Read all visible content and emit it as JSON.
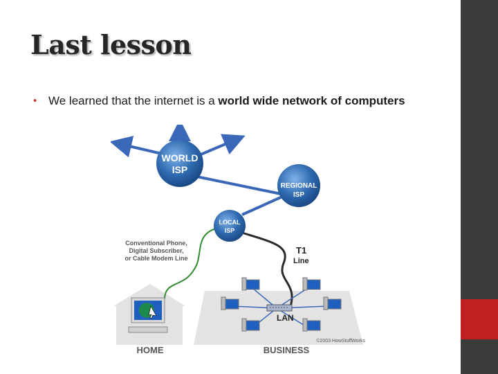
{
  "slide": {
    "title": "Last lesson",
    "bullet_prefix": "We learned that the internet is a ",
    "bullet_bold": "world wide network of computers"
  },
  "diagram": {
    "world_isp_line1": "WORLD",
    "world_isp_line2": "ISP",
    "regional_isp_line1": "REGIONAL",
    "regional_isp_line2": "ISP",
    "local_isp_line1": "LOCAL",
    "local_isp_line2": "ISP",
    "connection_line1": "Conventional Phone,",
    "connection_line2": "Digital Subscriber,",
    "connection_line3": "or Cable Modem Line",
    "t1_line1": "T1",
    "t1_line2": "Line",
    "lan_label": "LAN",
    "home_label": "HOME",
    "business_label": "BUSINESS",
    "copyright": "©2003 HowStuffWorks"
  },
  "colors": {
    "accent_red": "#c0201f",
    "sidebar_dark": "#3b3b3b",
    "isp_blue": "#2f6ab0",
    "arrow_blue": "#3a67b8"
  }
}
